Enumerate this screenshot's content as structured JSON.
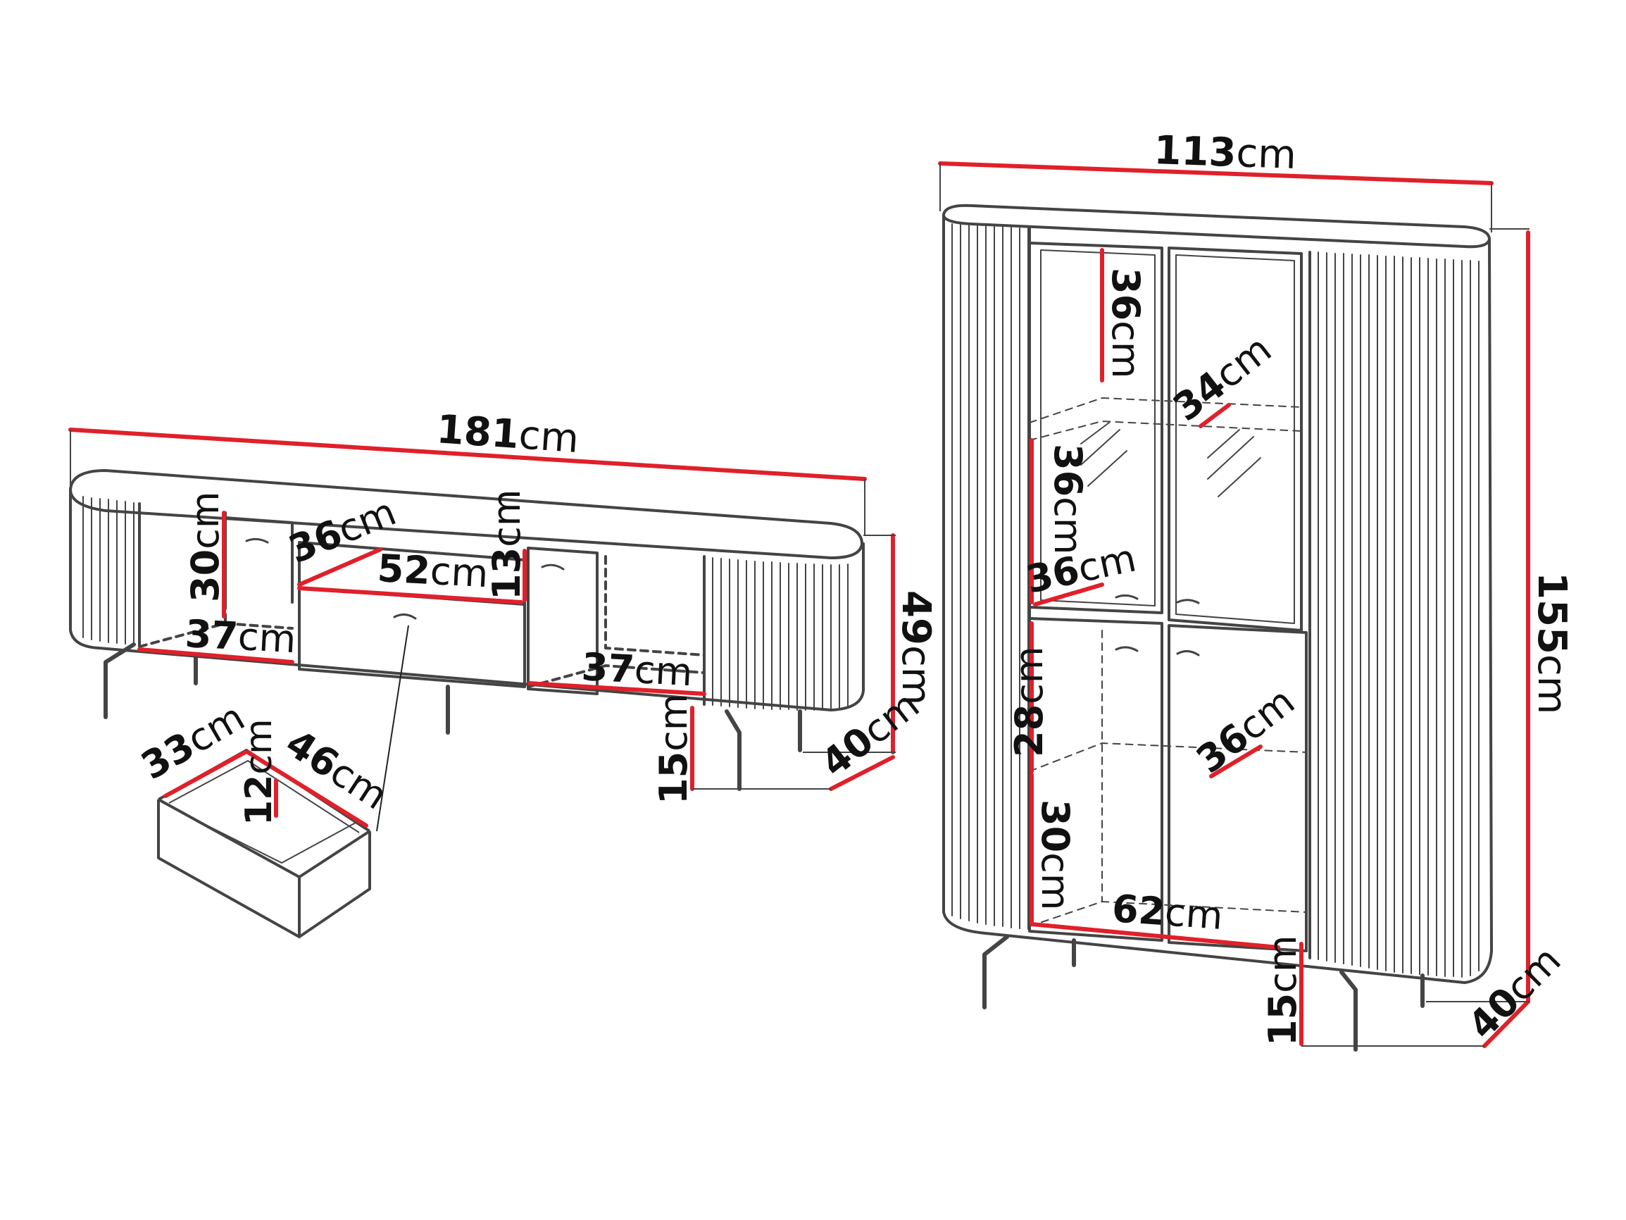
{
  "colors": {
    "outline": "#444444",
    "measure": "#e0202a",
    "text": "#111111",
    "leader": "#222222"
  },
  "tv_unit": {
    "width": {
      "num": "181",
      "unit": "cm"
    },
    "height": {
      "num": "49",
      "unit": "cm"
    },
    "depth": {
      "num": "40",
      "unit": "cm"
    },
    "leg_height": {
      "num": "15",
      "unit": "cm"
    },
    "left_compartment_height": {
      "num": "30",
      "unit": "cm"
    },
    "left_compartment_depth": {
      "num": "36",
      "unit": "cm"
    },
    "left_shelf_width": {
      "num": "37",
      "unit": "cm"
    },
    "center_opening_width": {
      "num": "52",
      "unit": "cm"
    },
    "center_opening_height": {
      "num": "13",
      "unit": "cm"
    },
    "right_shelf_width": {
      "num": "37",
      "unit": "cm"
    }
  },
  "drawer": {
    "width": {
      "num": "46",
      "unit": "cm"
    },
    "depth": {
      "num": "33",
      "unit": "cm"
    },
    "height": {
      "num": "12",
      "unit": "cm"
    }
  },
  "display_cabinet": {
    "width": {
      "num": "113",
      "unit": "cm"
    },
    "height": {
      "num": "155",
      "unit": "cm"
    },
    "depth": {
      "num": "40",
      "unit": "cm"
    },
    "leg_height": {
      "num": "15",
      "unit": "cm"
    },
    "top_shelf_height": {
      "num": "36",
      "unit": "cm"
    },
    "glass_shelf_depth": {
      "num": "34",
      "unit": "cm"
    },
    "middle_shelf_height": {
      "num": "36",
      "unit": "cm"
    },
    "middle_shelf_depth": {
      "num": "36",
      "unit": "cm"
    },
    "lower_shelf_height": {
      "num": "28",
      "unit": "cm"
    },
    "lower_shelf_depth": {
      "num": "36",
      "unit": "cm"
    },
    "bottom_shelf_height": {
      "num": "30",
      "unit": "cm"
    },
    "inner_width": {
      "num": "62",
      "unit": "cm"
    }
  }
}
